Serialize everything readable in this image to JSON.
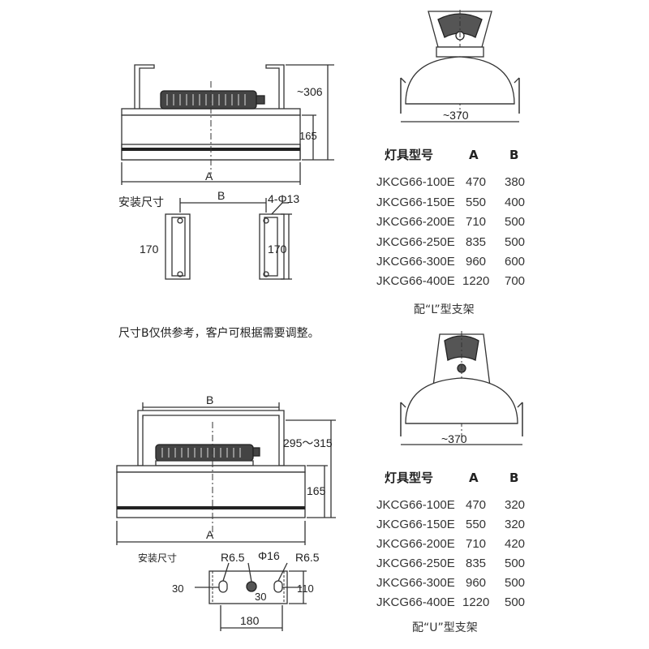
{
  "top": {
    "dims": {
      "height_total": "~306",
      "body_height": "165",
      "length": "A",
      "width_side": "~370",
      "mount_spacing": "B",
      "holes": "4-Φ13",
      "bracket_left": "170",
      "bracket_right": "170"
    },
    "mount_label": "安装尺寸",
    "table": {
      "headers": [
        "灯具型号",
        "A",
        "B"
      ],
      "rows": [
        [
          "JKCG66-100E",
          "470",
          "380"
        ],
        [
          "JKCG66-150E",
          "550",
          "400"
        ],
        [
          "JKCG66-200E",
          "710",
          "500"
        ],
        [
          "JKCG66-250E",
          "835",
          "500"
        ],
        [
          "JKCG66-300E",
          "960",
          "600"
        ],
        [
          "JKCG66-400E",
          "1220",
          "700"
        ]
      ]
    },
    "caption": "配“L”型支架"
  },
  "note": "尺寸B仅供参考，客户可根据需要调整。",
  "bottom": {
    "dims": {
      "mount_spacing": "B",
      "height_range": "295～315",
      "body_height": "165",
      "length": "A",
      "width_side": "~370",
      "radius_left": "R6.5",
      "hole_dia": "Φ16",
      "radius_right": "R6.5",
      "plate_left": "30",
      "plate_mid": "30",
      "plate_height": "110",
      "plate_width": "180"
    },
    "mount_label": "安装尺寸",
    "table": {
      "headers": [
        "灯具型号",
        "A",
        "B"
      ],
      "rows": [
        [
          "JKCG66-100E",
          "470",
          "320"
        ],
        [
          "JKCG66-150E",
          "550",
          "320"
        ],
        [
          "JKCG66-200E",
          "710",
          "420"
        ],
        [
          "JKCG66-250E",
          "835",
          "500"
        ],
        [
          "JKCG66-300E",
          "960",
          "500"
        ],
        [
          "JKCG66-400E",
          "1220",
          "500"
        ]
      ]
    },
    "caption": "配“U”型支架"
  }
}
